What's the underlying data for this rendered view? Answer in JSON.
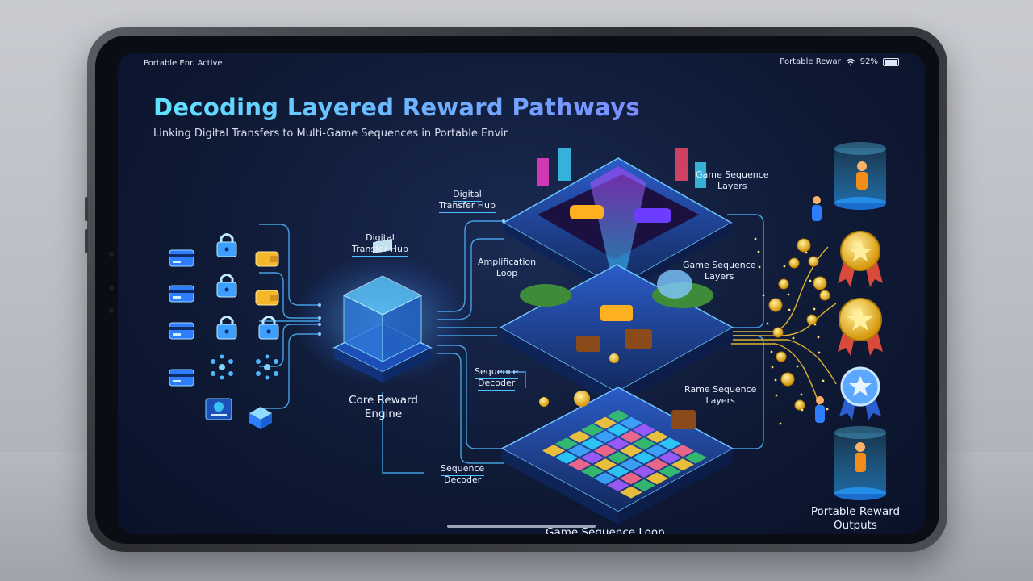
{
  "status": {
    "left_text": "Portable Enr. Active",
    "right_text": "Portable Rewar",
    "battery": "92%",
    "battery_level": 0.92
  },
  "header": {
    "title": "Decoding Layered Reward Pathways",
    "subtitle": "Linking Digital Transfers to Multi-Game Sequences in Portable Envir"
  },
  "diagram": {
    "hub_left": "Digital\nTransfer Hub",
    "core": "Core Reward\nEngine",
    "hub_top": "Digital\nTransfer Hub",
    "amplification": "Amplification\nLoop",
    "sequence_decoder_mid": "Sequence\nDecoder",
    "sequence_decoder_bottom": "Sequence\nDecoder",
    "layers_top": "Game Sequence\nLayers",
    "layers_mid": "Game Sequence\nLayers",
    "layers_low": "Rame Sequence\nLayers",
    "loop_label": "Game Sequence Loop",
    "outputs": "Portable Reward\nOutputs"
  },
  "icons": {
    "inputs": [
      "credit-card-icon",
      "lock-icon",
      "wallet-icon",
      "credit-card-icon",
      "lock-icon",
      "wallet-icon",
      "credit-card-icon",
      "lock-icon",
      "lock-icon",
      "credit-card-icon",
      "network-icon",
      "network-icon",
      "id-card-icon",
      "cube-icon"
    ],
    "medals": [
      "gold-medal-icon",
      "gold-medal-icon",
      "blue-medal-icon"
    ]
  },
  "colors": {
    "accent": "#4fb7ff",
    "gold": "#f4c430",
    "title_start": "#5fe3ff",
    "title_end": "#7a8cff",
    "screen_bg": "#0f1a36"
  }
}
